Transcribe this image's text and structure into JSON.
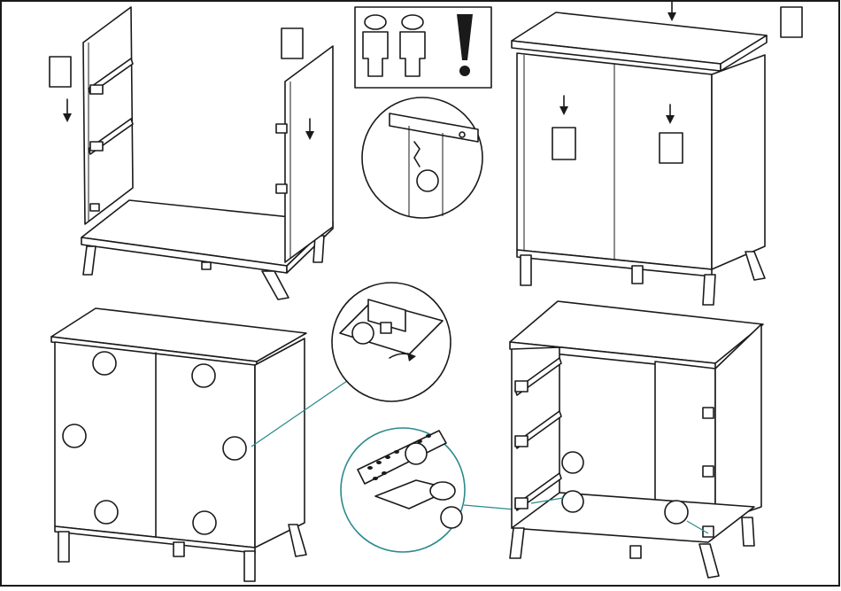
{
  "colors": {
    "line": "#1a1a1a",
    "callout": "#2a8a8c",
    "background": "#ffffff"
  },
  "icons": {
    "two_person": "two-person-assembly-icon",
    "warning": "exclamation-warning-icon",
    "arrow": "down-arrow-icon"
  },
  "steps": [
    {
      "id": "sides",
      "parts": [
        "left-side-panel",
        "right-side-panel",
        "bottom-panel"
      ]
    },
    {
      "id": "top-back",
      "parts": [
        "top-panel",
        "back-panel"
      ]
    },
    {
      "id": "doors",
      "parts": [
        "left-door",
        "right-door"
      ]
    },
    {
      "id": "hinge-adjust",
      "parts": [
        "hinge"
      ]
    }
  ]
}
